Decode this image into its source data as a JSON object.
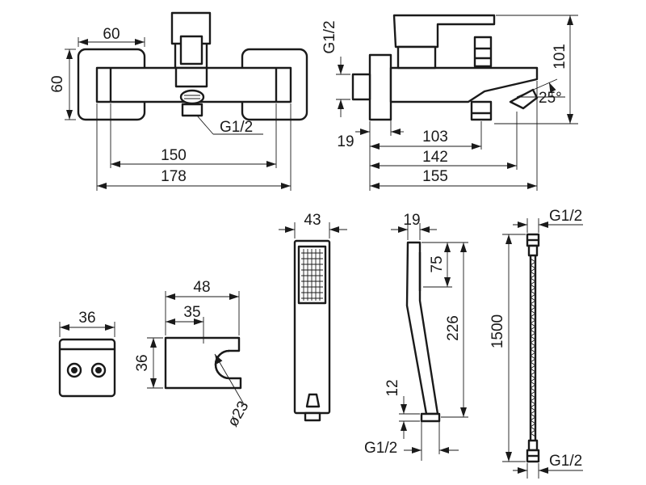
{
  "view_mixer_front": {
    "width_total": "178",
    "connection_spacing": "150",
    "flange_width": "60",
    "flange_height": "60",
    "outlet_thread": "G1/2"
  },
  "view_mixer_side": {
    "inlet_thread": "G1/2",
    "height": "101",
    "spout_angle": "25°",
    "wall_offset": "19",
    "depth_to_outlet": "103",
    "depth_to_spout": "142",
    "overall_depth": "155"
  },
  "view_wall_connector": {
    "width": "36"
  },
  "view_holder": {
    "overall_width": "48",
    "inner_width": "35",
    "height": "36",
    "diameter": "ø23"
  },
  "view_hand_shower_front": {
    "width": "43"
  },
  "view_hand_shower_side": {
    "head_thickness": "19",
    "head_length": "75",
    "overall_length": "226",
    "neck": "12",
    "thread": "G1/2"
  },
  "view_hose": {
    "length": "1500",
    "thread_top": "G1/2",
    "thread_bottom": "G1/2"
  }
}
